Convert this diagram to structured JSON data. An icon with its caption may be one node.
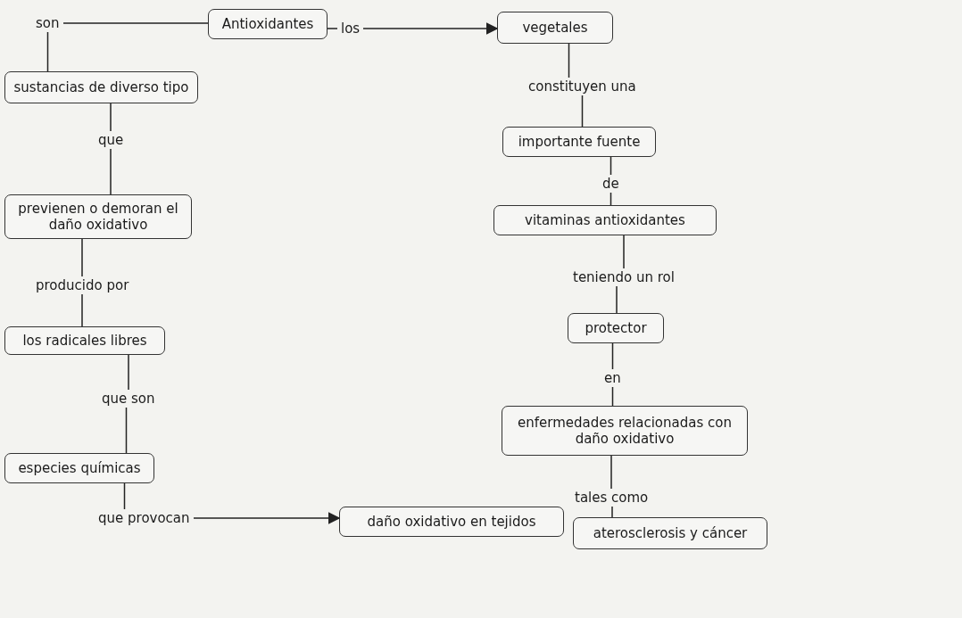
{
  "diagram": {
    "nodes": [
      {
        "text": [
          "Antioxidantes"
        ]
      },
      {
        "text": [
          "son"
        ]
      },
      {
        "text": [
          "sustancias de diverso tipo"
        ]
      },
      {
        "text": [
          "que"
        ]
      },
      {
        "text": [
          "previenen o demoran el daño oxidativo"
        ]
      },
      {
        "text": [
          "producido por"
        ]
      },
      {
        "text": [
          "los radicales libres"
        ]
      },
      {
        "text": [
          "que son"
        ]
      },
      {
        "text": [
          "especies químicas"
        ]
      },
      {
        "text": [
          "que provocan"
        ]
      },
      {
        "text": [
          "daño oxidativo en tejidos"
        ]
      },
      {
        "text": [
          "los"
        ]
      },
      {
        "text": [
          "vegetales"
        ]
      },
      {
        "text": [
          "constituyen una"
        ]
      },
      {
        "text": [
          "importante fuente"
        ]
      },
      {
        "text": [
          "de"
        ]
      },
      {
        "text": [
          "vitaminas antioxidantes"
        ]
      },
      {
        "text": [
          "teniendo un rol"
        ]
      },
      {
        "text": [
          "protector"
        ]
      },
      {
        "text": [
          "en"
        ]
      },
      {
        "text": [
          "enfermedades relacionadas con daño oxidativo"
        ]
      },
      {
        "text": [
          "tales como"
        ]
      },
      {
        "text": [
          "aterosclerosis y cáncer"
        ]
      }
    ],
    "edges": [
      {
        "from": 0,
        "to": 1,
        "arrow": "none"
      },
      {
        "from": 1,
        "to": 2,
        "arrow": "none"
      },
      {
        "from": 2,
        "to": 3,
        "arrow": "none"
      },
      {
        "from": 3,
        "to": 4,
        "arrow": "none"
      },
      {
        "from": 4,
        "to": 5,
        "arrow": "none"
      },
      {
        "from": 5,
        "to": 6,
        "arrow": "none"
      },
      {
        "from": 6,
        "to": 7,
        "arrow": "none"
      },
      {
        "from": 7,
        "to": 8,
        "arrow": "none"
      },
      {
        "from": 8,
        "to": 9,
        "arrow": "none"
      },
      {
        "from": 9,
        "to": 10,
        "arrow": "to"
      },
      {
        "from": 0,
        "to": 11,
        "arrow": "none"
      },
      {
        "from": 11,
        "to": 12,
        "arrow": "to"
      },
      {
        "from": 12,
        "to": 13,
        "arrow": "none"
      },
      {
        "from": 13,
        "to": 14,
        "arrow": "none"
      },
      {
        "from": 14,
        "to": 15,
        "arrow": "none"
      },
      {
        "from": 15,
        "to": 16,
        "arrow": "none"
      },
      {
        "from": 16,
        "to": 17,
        "arrow": "none"
      },
      {
        "from": 17,
        "to": 18,
        "arrow": "none"
      },
      {
        "from": 18,
        "to": 19,
        "arrow": "none"
      },
      {
        "from": 19,
        "to": 20,
        "arrow": "none"
      },
      {
        "from": 20,
        "to": 21,
        "arrow": "none"
      },
      {
        "from": 21,
        "to": 22,
        "arrow": "none"
      }
    ]
  }
}
